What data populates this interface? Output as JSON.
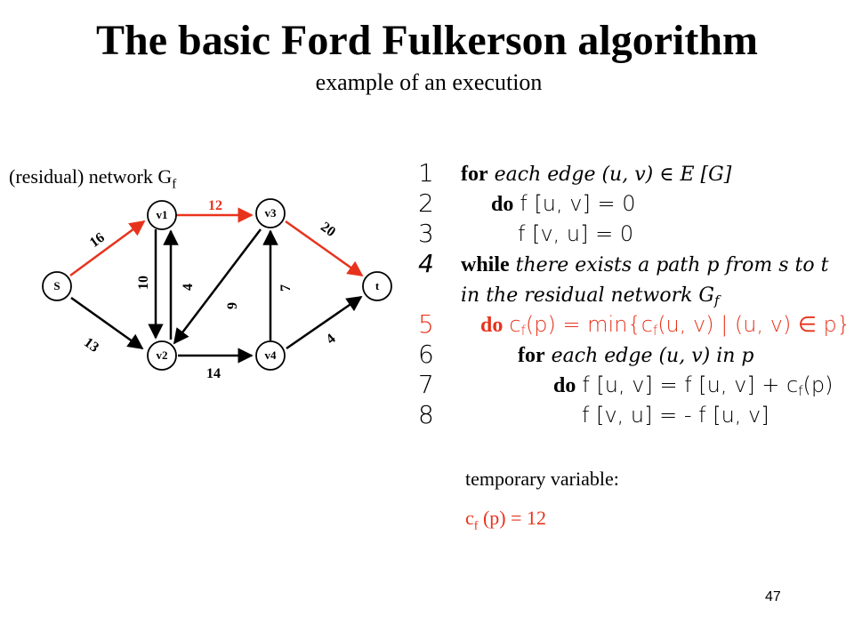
{
  "slide": {
    "title": "The basic Ford Fulkerson algorithm",
    "subtitle": "example of an execution",
    "page_number": "47"
  },
  "graph": {
    "label_text": "(residual) network G",
    "label_sub": "f",
    "nodes": {
      "s": "S",
      "v1": "v1",
      "v2": "v2",
      "v3": "v3",
      "v4": "v4",
      "t": "t"
    },
    "edges": {
      "s_v1": "16",
      "s_v2": "13",
      "v1_v3": "12",
      "v1_v2": "10",
      "v2_v1": "4",
      "v3_v2": "9",
      "v4_v3": "7",
      "v3_t": "20",
      "v2_v4": "14",
      "v4_t": "4"
    },
    "colors": {
      "highlight": "#e8331c",
      "default": "#000000"
    }
  },
  "algorithm": {
    "lines": [
      {
        "num": "1",
        "kw": "for",
        "rest": "each edge (u, v) ∈ E [G]"
      },
      {
        "num": "2",
        "kw": "do",
        "rest": "f [u, v] = 0"
      },
      {
        "num": "3",
        "kw": "",
        "rest": "f [v, u] = 0"
      },
      {
        "num": "4",
        "kw": "while",
        "rest": "there exists a path p from s to t"
      },
      {
        "num": "",
        "kw": "",
        "rest": "in the residual network G",
        "rest_sub": "f"
      },
      {
        "num": "5",
        "kw": "do",
        "rest_a": "c",
        "rest_a_sub": "f",
        "rest_b": "(p) = min{c",
        "rest_b_sub": "f",
        "rest_c": "(u, v) | (u, v) ∈ p}"
      },
      {
        "num": "6",
        "kw": "for",
        "rest": "each edge (u, v) in p"
      },
      {
        "num": "7",
        "kw": "do",
        "rest_a": "f [u, v] = f [u, v] + c",
        "rest_a_sub": "f",
        "rest_b": "(p)"
      },
      {
        "num": "8",
        "kw": "",
        "rest": "f [v, u] = - f [u, v]"
      }
    ]
  },
  "temporary": {
    "label": "temporary variable:",
    "value_c": "c",
    "value_sub": "f",
    "value_rest": " (p) = 12"
  }
}
